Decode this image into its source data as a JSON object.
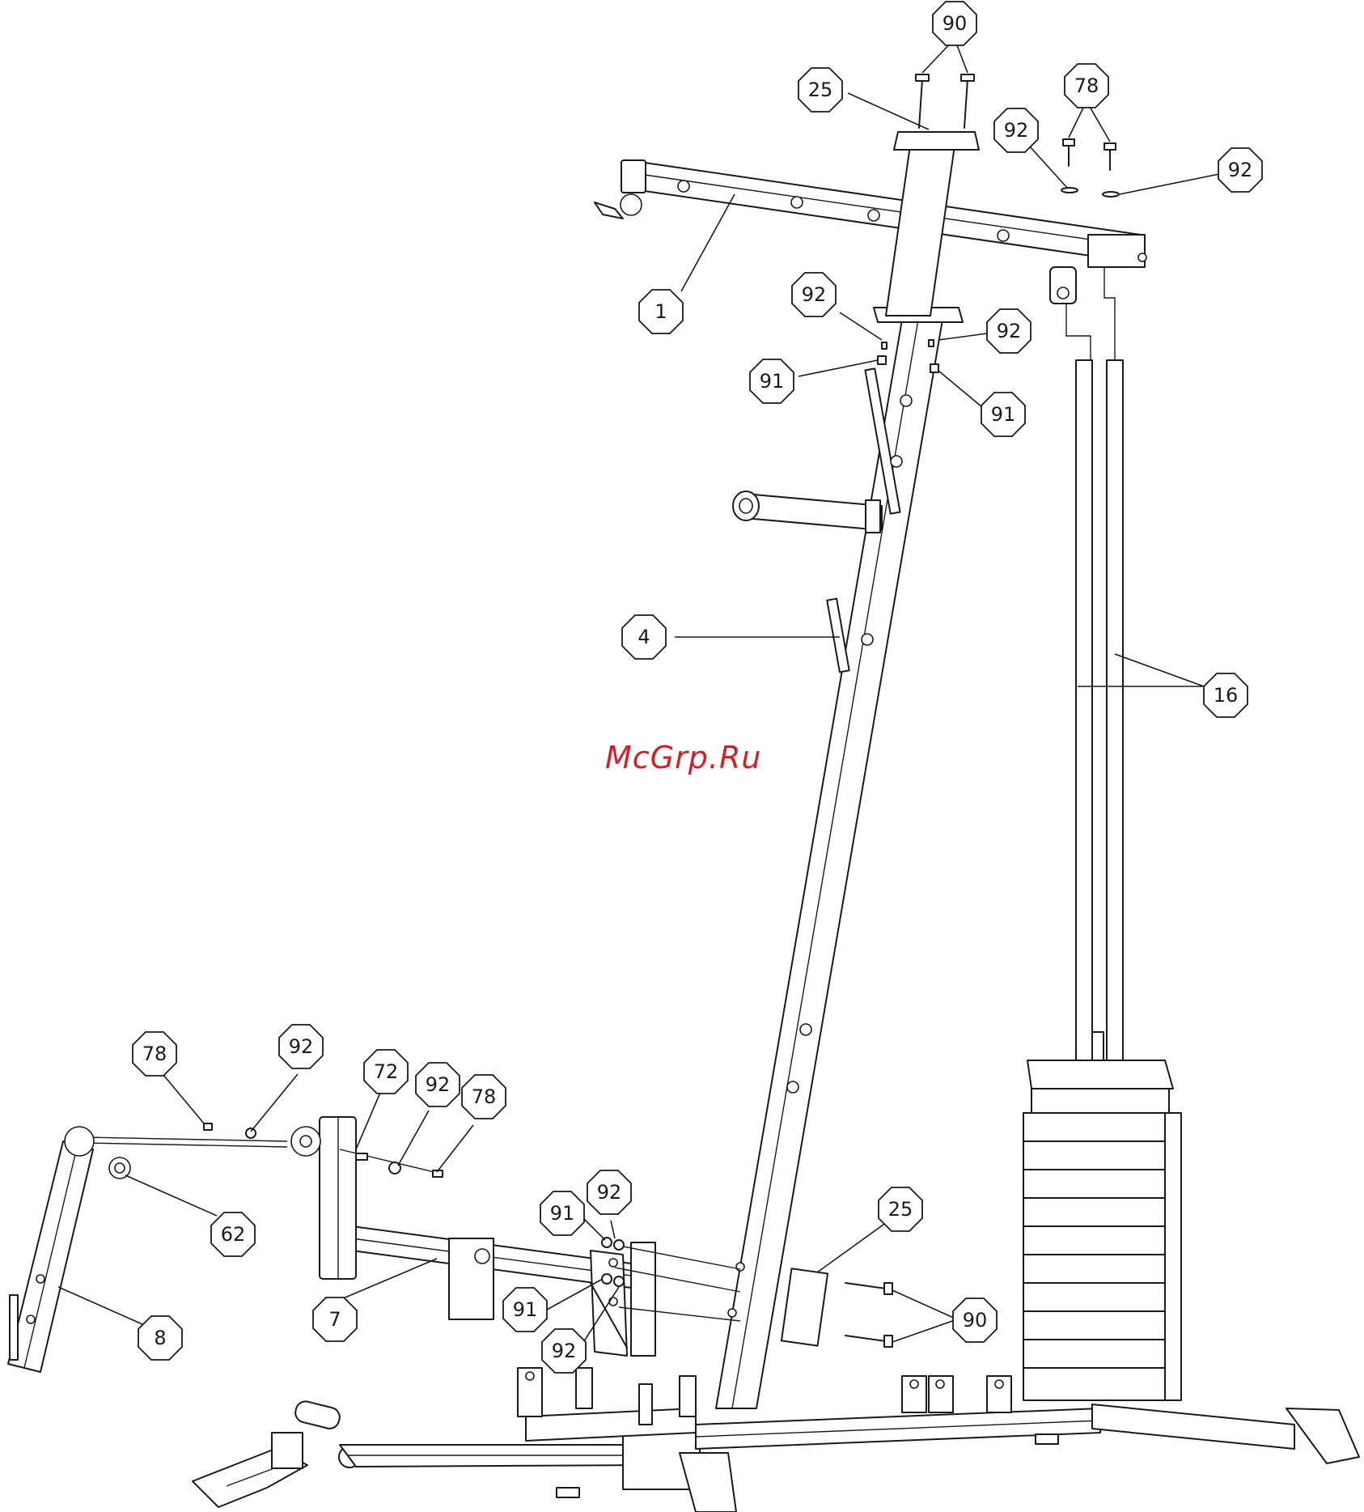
{
  "watermark": {
    "text": "McGrp.Ru",
    "color": "#d0202a"
  },
  "callouts": [
    {
      "id": "c90-top",
      "label": "90"
    },
    {
      "id": "c25-top",
      "label": "25"
    },
    {
      "id": "c78-top",
      "label": "78"
    },
    {
      "id": "c92-top-l",
      "label": "92"
    },
    {
      "id": "c92-top-r",
      "label": "92"
    },
    {
      "id": "c1",
      "label": "1"
    },
    {
      "id": "c92-mid-l",
      "label": "92"
    },
    {
      "id": "c92-mid-r",
      "label": "92"
    },
    {
      "id": "c91-mid-l",
      "label": "91"
    },
    {
      "id": "c91-mid-r",
      "label": "91"
    },
    {
      "id": "c4",
      "label": "4"
    },
    {
      "id": "c16",
      "label": "16"
    },
    {
      "id": "c78-low-l",
      "label": "78"
    },
    {
      "id": "c92-low-l",
      "label": "92"
    },
    {
      "id": "c72",
      "label": "72"
    },
    {
      "id": "c92-low-m",
      "label": "92"
    },
    {
      "id": "c78-low-r",
      "label": "78"
    },
    {
      "id": "c62",
      "label": "62"
    },
    {
      "id": "c8",
      "label": "8"
    },
    {
      "id": "c7",
      "label": "7"
    },
    {
      "id": "c92-bot-a",
      "label": "92"
    },
    {
      "id": "c91-bot-a",
      "label": "91"
    },
    {
      "id": "c25-bot",
      "label": "25"
    },
    {
      "id": "c91-bot-b",
      "label": "91"
    },
    {
      "id": "c92-bot-b",
      "label": "92"
    },
    {
      "id": "c90-bot",
      "label": "90"
    }
  ]
}
